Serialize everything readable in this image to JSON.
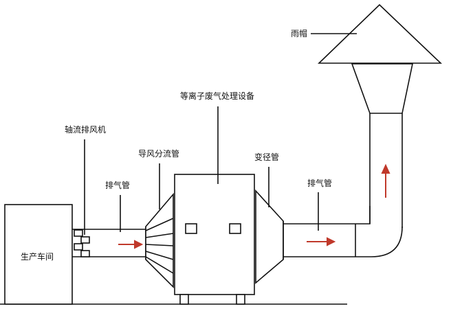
{
  "labels": {
    "rain_cap": "雨帽",
    "plasma_unit": "等离子废气处理设备",
    "axial_fan": "轴流排风机",
    "diverter_pipe": "导风分流管",
    "reducer": "变径管",
    "exhaust_left": "排气管",
    "exhaust_right": "排气管",
    "workshop": "生产车间"
  },
  "colors": {
    "line": "#111111",
    "flow_arrow": "#c0392b",
    "background": "#ffffff"
  }
}
